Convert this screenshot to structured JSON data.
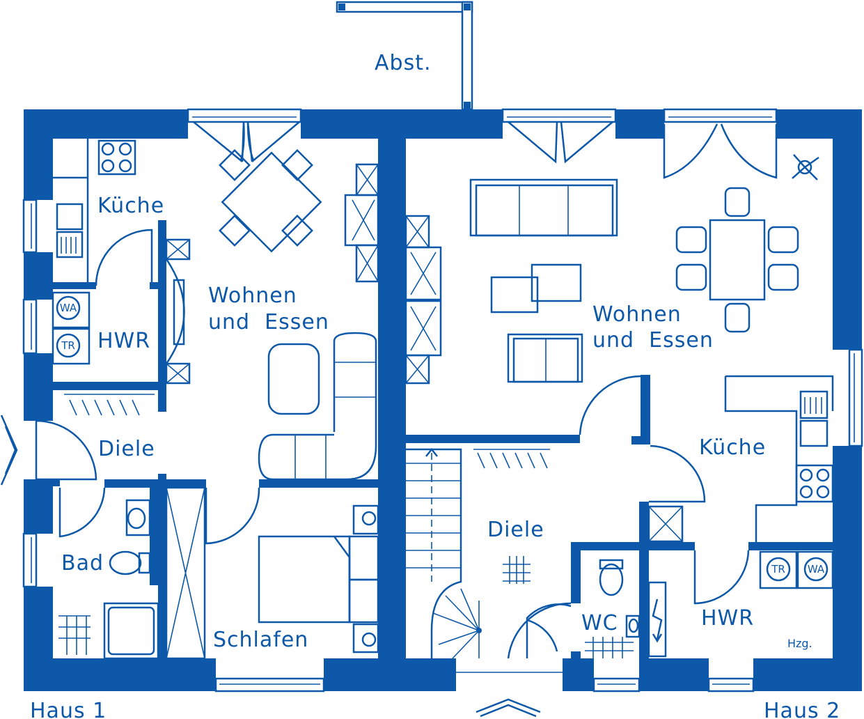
{
  "colors": {
    "ink": "#0d58a8",
    "background": "#ffffff"
  },
  "labels": {
    "abst": "Abst.",
    "haus1": "Haus 1",
    "haus2": "Haus 2",
    "h1_kueche": "Küche",
    "h1_wohnen_1": "Wohnen",
    "h1_wohnen_2": "und  Essen",
    "h1_hwr": "HWR",
    "h1_diele": "Diele",
    "h1_bad": "Bad",
    "h1_schlafen": "Schlafen",
    "h2_wohnen_1": "Wohnen",
    "h2_wohnen_2": "und  Essen",
    "h2_kueche": "Küche",
    "h2_diele": "Diele",
    "h2_wc": "WC",
    "h2_hwr": "HWR",
    "h2_hzg": "Hzg."
  },
  "appliances": {
    "washer": "WA",
    "dryer": "TR"
  },
  "icons": [
    "entrance-arrow-icon",
    "entrance-chevron-icon",
    "plant-icon",
    "stair-arrow-icon",
    "heating-symbol-icon"
  ]
}
